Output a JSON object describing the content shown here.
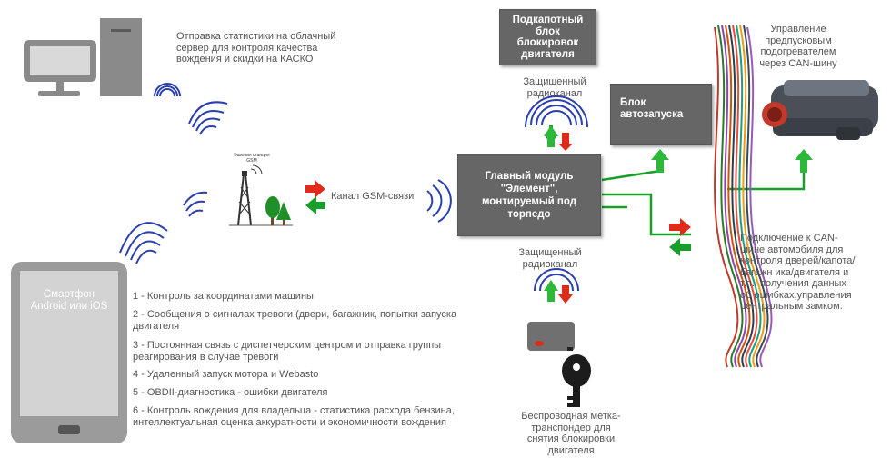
{
  "top_text": "Отправка статистики на облачный сервер для контроля качества вождения и скидки на КАСКО",
  "tower_label": "Базовая станция GSM",
  "gsm_label": "Канал GSM-связи",
  "immobilizer_box": "Подкапотный блок блокировок двигателя",
  "secure_channel_top": "Защищенный радиоканал",
  "autostart_box": "Блок автозапуска",
  "main_module": "Главный модуль \"Элемент\", монтируемый под торпедо",
  "secure_channel_bottom": "Защищенный радиоканал",
  "transponder_label": "Беспроводная метка-транспондер для снятия блокировки двигателя",
  "heater_label": "Управление предпусковым подогревателем через CAN-шину",
  "can_label": "Подключение к CAN-шине автомобиля для контроля дверей/капота/багажн ика/двигателя и т.п., получения данных об ошибках,управления центральным замком.",
  "phone_label": "Смартфон Android или iOS",
  "features": [
    "1 - Контроль за координатами машины",
    "2 - Сообщения о сигналах тревоги (двери, багажник, попытки запуска двигателя",
    "3 - Постоянная связь с диспетчерским центром и отправка группы реагирования в случае тревоги",
    "4 - Удаленный запуск мотора и Webasto",
    "5 - OBDII-диагностика - ошибки двигателя",
    "6 - Контроль вождения для владельца - статистика расхода бензина, интеллектуальная оценка аккуратности и экономичности вождения"
  ],
  "colors": {
    "box_gray": "#666666",
    "line_green": "#1a9e2a",
    "arrow_red": "#e02a1a",
    "signal_blue": "#2a3fb0"
  }
}
